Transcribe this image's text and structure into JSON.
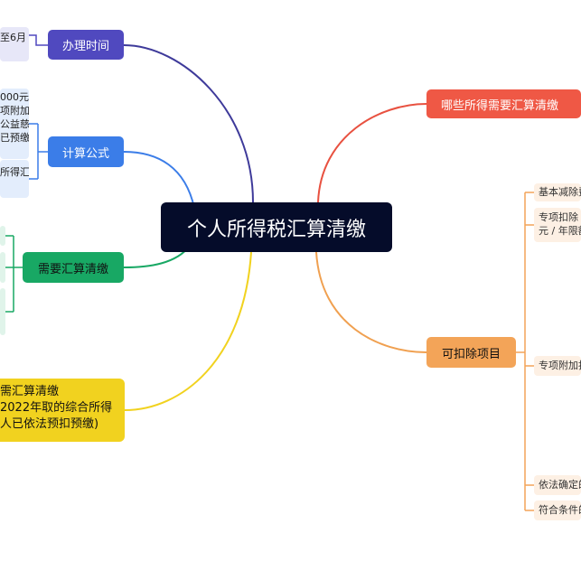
{
  "root": {
    "title": "个人所得税汇算清缴"
  },
  "left": {
    "time": {
      "label": "办理时间",
      "leaf": "至6月"
    },
    "formula": {
      "label": "计算公式",
      "leaf1": [
        "000元",
        "项附加",
        "公益慈",
        "已预缴"
      ],
      "leaf2": [
        "所得汇"
      ]
    },
    "need": {
      "label": "需要汇算清缴"
    },
    "exempt": {
      "lines": [
        "需汇算清缴",
        "2022年取的综合所得",
        "人已依法预扣预缴)"
      ]
    }
  },
  "right": {
    "which": {
      "label": "哪些所得需要汇算清缴"
    },
    "deduct": {
      "label": "可扣除项目",
      "items": [
        {
          "lines": [
            "基本减除费"
          ]
        },
        {
          "lines": [
            "专项扣除",
            "元 / 年限额"
          ]
        },
        {
          "lines": [
            "专项附加扣"
          ]
        },
        {
          "lines": [
            "依法确定的"
          ]
        },
        {
          "lines": [
            "符合条件的"
          ]
        }
      ]
    }
  },
  "colors": {
    "root": "#050c2a",
    "time": "#5049bf",
    "formula": "#3b7de8",
    "need": "#18a864",
    "which": "#ef5845",
    "deduct": "#f3a458",
    "exempt": "#f1d21f"
  }
}
